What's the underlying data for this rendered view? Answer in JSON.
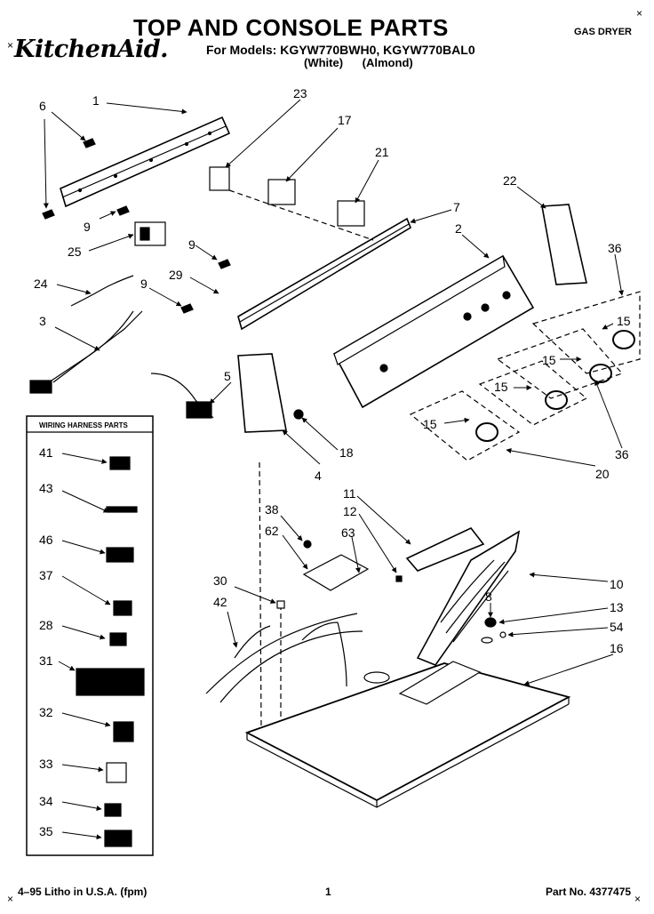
{
  "header": {
    "title": "TOP AND CONSOLE PARTS",
    "brand": "KitchenAid.",
    "models": "For Models: KGYW770BWH0, KGYW770BAL0",
    "variant_white": "(White)",
    "variant_almond": "(Almond)",
    "appliance_type": "GAS DRYER"
  },
  "wiring_box": {
    "title": "WIRING HARNESS PARTS"
  },
  "callouts": [
    "1",
    "6",
    "9",
    "25",
    "24",
    "3",
    "23",
    "17",
    "21",
    "7",
    "2",
    "22",
    "36",
    "15",
    "5",
    "18",
    "4",
    "20",
    "11",
    "12",
    "38",
    "62",
    "63",
    "30",
    "42",
    "8",
    "10",
    "13",
    "54",
    "16",
    "41",
    "43",
    "46",
    "37",
    "28",
    "31",
    "32",
    "33",
    "34",
    "35"
  ],
  "footer": {
    "litho": "4–95 Litho in U.S.A. (fpm)",
    "page": "1",
    "part_no": "Part No. 4377475"
  }
}
